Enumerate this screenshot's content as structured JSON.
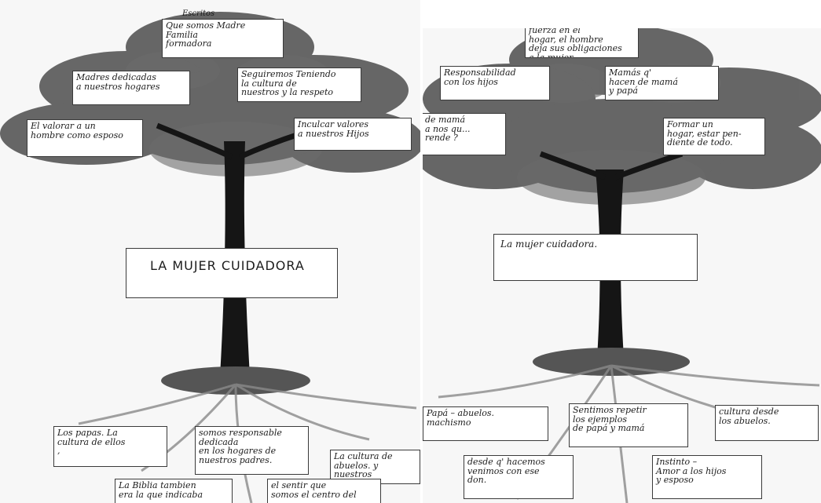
{
  "left": {
    "top_label": "Escritos",
    "cards": {
      "c1": "Que somos Madre\nFamilia\nformadora",
      "c2": "Madres dedicadas\na nuestros   hogares",
      "c3": "Seguiremos Teniendo\nla cultura de\nnuestros y la respeto",
      "c4": "El valorar a un\nhombre como esposo",
      "c5": "Inculcar valores\na nuestros Hijos",
      "c6": "LA MUJER CUIDADORA",
      "c7": "Los papas. La\ncultura de ellos\n  ,",
      "c8": "somos responsable\ndedicada\nen los hogares de\nnuestros padres.",
      "c9": "La cultura de\nabuelos. y nuestros\nbisabuelos",
      "c10": "La Biblia tambien\nera la que indicaba",
      "c11": "el sentir que\nsomos el centro del"
    }
  },
  "right": {
    "cards": {
      "r1": "fuerza en el\nhogar, el hombre\ndeja sus obligaciones\na la mujer.",
      "r2": "Responsabilidad\ncon los hijos",
      "r3": "Mamás q'\nhacen de mamá\ny papá",
      "r4": "de mamá\na nos qu...\nrende ?",
      "r5": "Formar un\nhogar, estar pen-\ndiente de todo.",
      "r6": "La mujer   cuidadora.",
      "r7": "Papá – abuelos.\nmachismo",
      "r8": "Sentimos repetir\nlos ejemplos\nde papá y mamá",
      "r9": "cultura desde\nlos abuelos.",
      "r10": "desde q' hacemos\nvenimos con ese\ndon.",
      "r11": "Instinto –\nAmor a los hijos\ny esposo"
    }
  },
  "colors": {
    "foliage": "#4a4a4a",
    "trunk": "#151515",
    "roots": "#8a8a8a",
    "card_border": "#3a3a3a"
  }
}
